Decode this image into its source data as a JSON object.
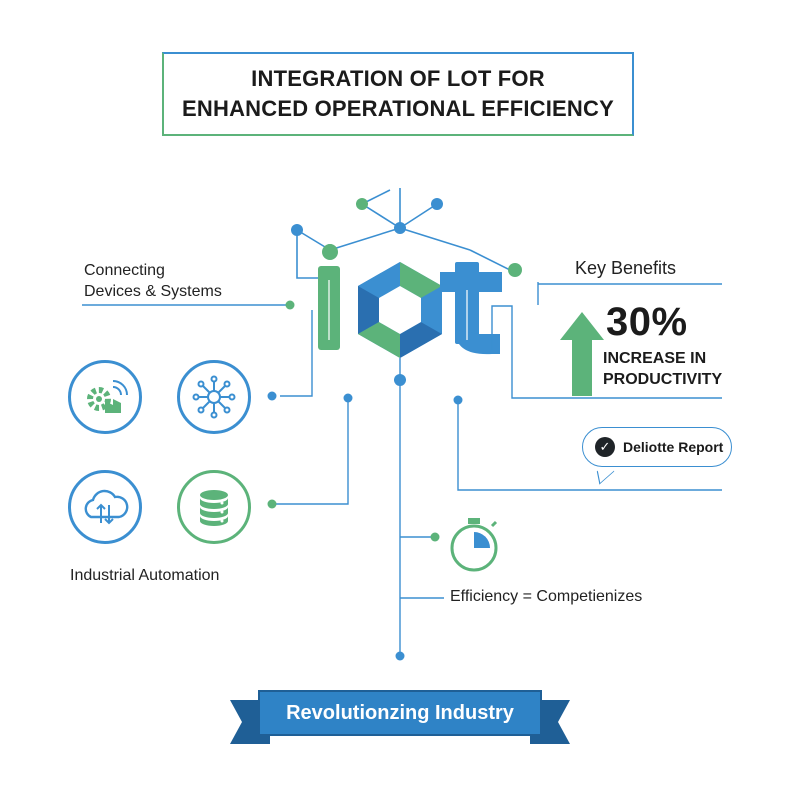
{
  "title": {
    "line1": "INTEGRATION OF LOT FOR",
    "line2": "ENHANCED OPERATIONAL EFFICIENCY"
  },
  "connecting": {
    "line1": "Connecting",
    "line2": "Devices & Systems"
  },
  "key_benefits": {
    "label": "Key Benefits",
    "stat_value": "30%",
    "stat_line1": "INCREASE IN",
    "stat_line2": "PRODUCTIVITY"
  },
  "source_badge": {
    "label": "Deliotte Report",
    "icon": "check-circle-icon"
  },
  "automation": {
    "label": "Industrial Automation",
    "icons": [
      "gear-factory-icon",
      "network-hub-icon",
      "cloud-sync-icon",
      "database-icon"
    ]
  },
  "efficiency": {
    "label": "Efficiency = Competienizes",
    "icon": "stopwatch-icon"
  },
  "banner": {
    "label": "Revolutionzing Industry"
  },
  "colors": {
    "blue": "#3b8fd1",
    "green": "#5cb37a",
    "dark_blue": "#2a6fb0",
    "banner": "#2f83c6"
  }
}
